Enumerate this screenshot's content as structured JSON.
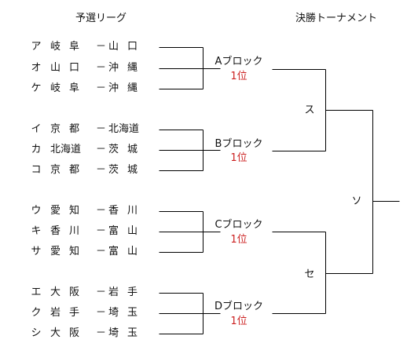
{
  "headers": {
    "league": "予選リーグ",
    "tournament": "決勝トーナメント"
  },
  "blocks": [
    {
      "name": "Aブロック",
      "rank": "1位",
      "matches": [
        {
          "id": "ア",
          "team1": "岐阜",
          "dash": "－",
          "team2": "山口"
        },
        {
          "id": "オ",
          "team1": "山口",
          "dash": "－",
          "team2": "沖縄"
        },
        {
          "id": "ケ",
          "team1": "岐阜",
          "dash": "－",
          "team2": "沖縄"
        }
      ]
    },
    {
      "name": "Bブロック",
      "rank": "1位",
      "matches": [
        {
          "id": "イ",
          "team1": "京都",
          "dash": "－",
          "team2": "北海道"
        },
        {
          "id": "カ",
          "team1": "北海道",
          "dash": "－",
          "team2": "茨城"
        },
        {
          "id": "コ",
          "team1": "京都",
          "dash": "－",
          "team2": "茨城"
        }
      ]
    },
    {
      "name": "Cブロック",
      "rank": "1位",
      "matches": [
        {
          "id": "ウ",
          "team1": "愛知",
          "dash": "－",
          "team2": "香川"
        },
        {
          "id": "キ",
          "team1": "香川",
          "dash": "－",
          "team2": "富山"
        },
        {
          "id": "サ",
          "team1": "愛知",
          "dash": "－",
          "team2": "富山"
        }
      ]
    },
    {
      "name": "Dブロック",
      "rank": "1位",
      "matches": [
        {
          "id": "エ",
          "team1": "大阪",
          "dash": "－",
          "team2": "岩手"
        },
        {
          "id": "ク",
          "team1": "岩手",
          "dash": "－",
          "team2": "埼玉"
        },
        {
          "id": "シ",
          "team1": "大阪",
          "dash": "－",
          "team2": "埼玉"
        }
      ]
    }
  ],
  "tournament": {
    "semifinal_top": "ス",
    "semifinal_bottom": "セ",
    "final": "ソ"
  }
}
